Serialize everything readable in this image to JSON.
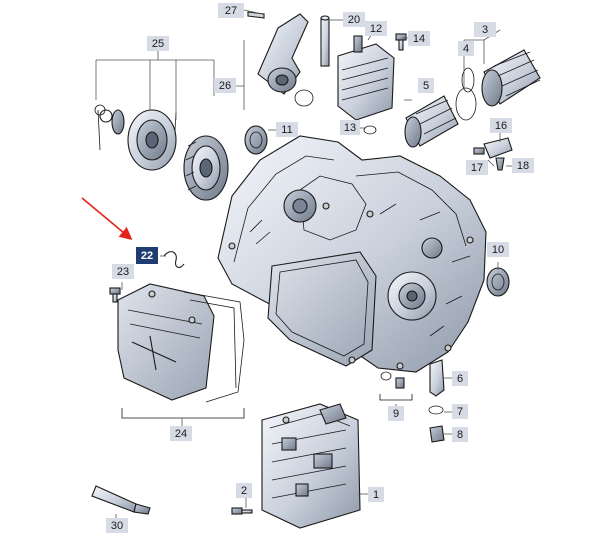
{
  "diagram": {
    "highlighted_part": "22",
    "accent_color": "#1f3d73",
    "arrow_color": "#e5231b",
    "label_bg_color": "#d6dbe6",
    "part_labels": [
      "27",
      "20",
      "12",
      "14",
      "3",
      "25",
      "4",
      "26",
      "5",
      "11",
      "13",
      "16",
      "17",
      "18",
      "22",
      "10",
      "23",
      "6",
      "9",
      "7",
      "24",
      "8",
      "2",
      "1",
      "30"
    ]
  }
}
